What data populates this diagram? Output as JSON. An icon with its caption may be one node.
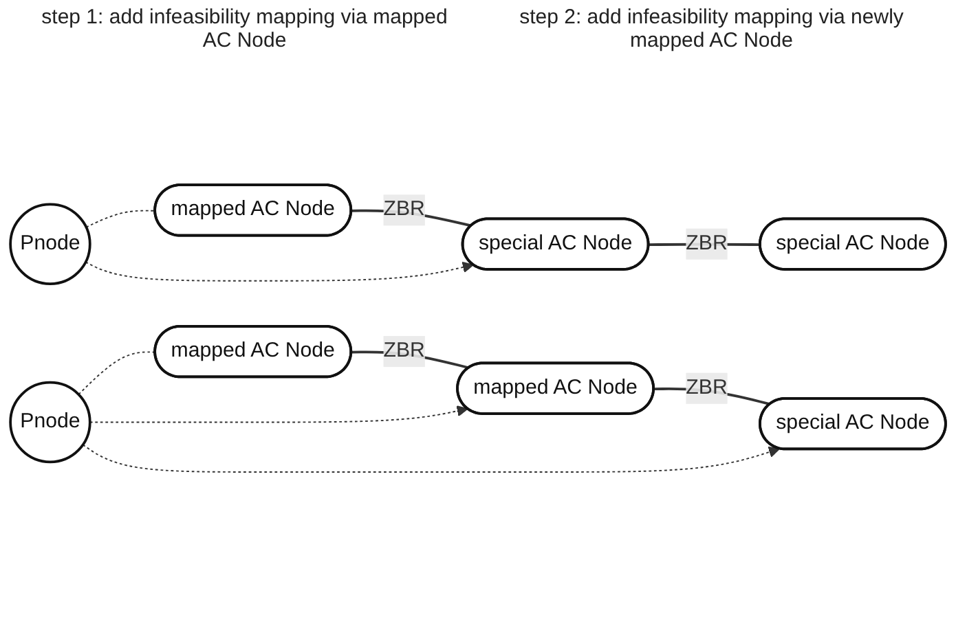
{
  "diagram": {
    "nodes": [
      {
        "text": [
          "Pnode"
        ]
      },
      {
        "text": [
          "mapped AC Node"
        ]
      },
      {
        "text": [
          "special AC Node"
        ]
      },
      {
        "text": [
          "special AC Node"
        ]
      },
      {
        "text": [
          "Pnode"
        ]
      },
      {
        "text": [
          "mapped AC Node"
        ]
      },
      {
        "text": [
          "mapped AC Node"
        ]
      },
      {
        "text": [
          "special AC Node"
        ]
      }
    ],
    "edges": [
      {
        "from": 0,
        "to": 1,
        "arrow": "none",
        "style": "dashed"
      },
      {
        "from": 1,
        "to": 2,
        "arrow": "none",
        "label": "ZBR"
      },
      {
        "from": 2,
        "to": 3,
        "arrow": "none",
        "label": "ZBR"
      },
      {
        "from": 0,
        "to": 2,
        "arrow": "to",
        "style": "dashed"
      },
      {
        "from": 4,
        "to": 5,
        "arrow": "none",
        "style": "dashed"
      },
      {
        "from": 5,
        "to": 6,
        "arrow": "none",
        "label": "ZBR"
      },
      {
        "from": 6,
        "to": 7,
        "arrow": "none",
        "label": "ZBR"
      },
      {
        "from": 4,
        "to": 6,
        "arrow": "to",
        "style": "dashed"
      },
      {
        "from": 4,
        "to": 7,
        "arrow": "to",
        "style": "dashed"
      }
    ],
    "labels": [
      "step 1: add infeasibility mapping via mapped AC Node",
      "step 2: add infeasibility mapping via newly mapped AC Node"
    ]
  }
}
